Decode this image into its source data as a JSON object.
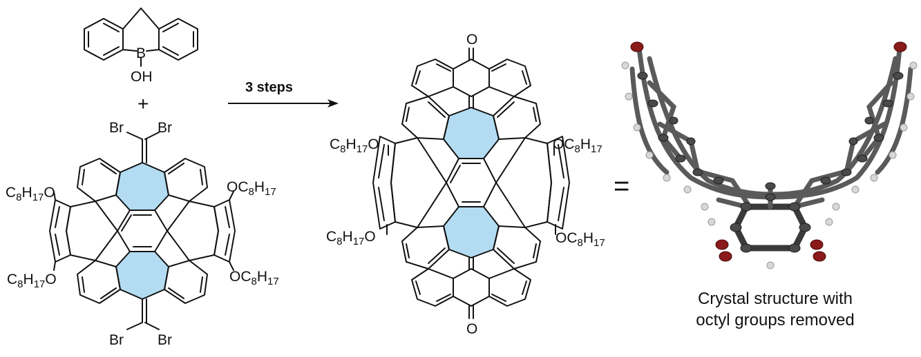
{
  "colors": {
    "ring_highlight": "#b3dcf2",
    "bond": "#111111",
    "carbon": "#4a4a4a",
    "oxygen": "#8b1a1a",
    "hydrogen": "#d8d8d8"
  },
  "reagent": {
    "boron_label": "B",
    "hydroxyl_label": "OH",
    "plus_sign": "+"
  },
  "starting_material": {
    "bromine_top_left": "Br",
    "bromine_top_right": "Br",
    "bromine_bottom_left": "Br",
    "bromine_bottom_right": "Br",
    "substituent_upper_left": {
      "main": "C",
      "n1": "8",
      "h": "H",
      "n2": "17",
      "tail": "O"
    },
    "substituent_lower_left": {
      "main": "C",
      "n1": "8",
      "h": "H",
      "n2": "17",
      "tail": "O"
    },
    "substituent_upper_right": {
      "head": "OC",
      "n1": "8",
      "h": "H",
      "n2": "17"
    },
    "substituent_lower_right": {
      "head": "OC",
      "n1": "8",
      "h": "H",
      "n2": "17"
    }
  },
  "reaction_arrow": {
    "label": "3 steps"
  },
  "product": {
    "oxygen_top": "O",
    "oxygen_bottom": "O",
    "substituent_upper_left": {
      "main": "C",
      "n1": "8",
      "h": "H",
      "n2": "17",
      "tail": "O"
    },
    "substituent_lower_left": {
      "main": "C",
      "n1": "8",
      "h": "H",
      "n2": "17",
      "tail": "O"
    },
    "substituent_upper_right": {
      "head": "OC",
      "n1": "8",
      "h": "H",
      "n2": "17"
    },
    "substituent_lower_right": {
      "head": "OC",
      "n1": "8",
      "h": "H",
      "n2": "17"
    }
  },
  "equals_sign": "=",
  "crystal_structure": {
    "caption_line1": "Crystal structure with",
    "caption_line2": "octyl groups removed"
  }
}
